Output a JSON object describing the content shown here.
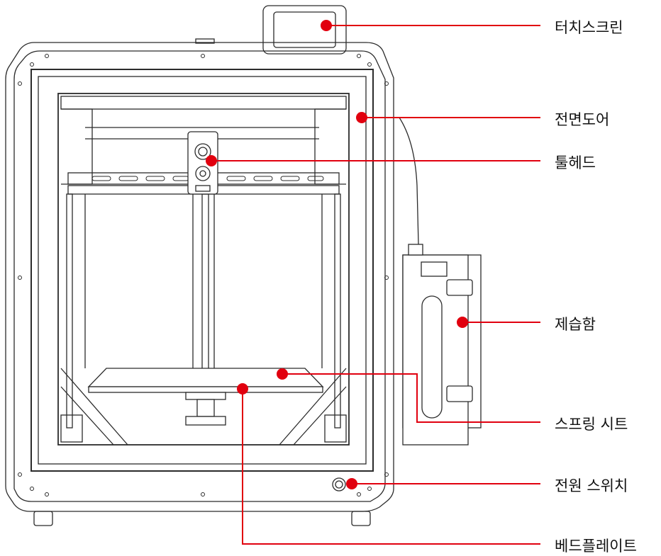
{
  "colors": {
    "leader_line": "#e1000f",
    "outline": "#2b2b2b",
    "background": "#ffffff"
  },
  "callouts": [
    {
      "id": "touchscreen",
      "label": "터치스크린"
    },
    {
      "id": "front-door",
      "label": "전면도어"
    },
    {
      "id": "toolhead",
      "label": "툴헤드"
    },
    {
      "id": "dry-box",
      "label": "제습함"
    },
    {
      "id": "spring-sheet",
      "label": "스프링 시트"
    },
    {
      "id": "power-switch",
      "label": "전원 스위치"
    },
    {
      "id": "build-plate",
      "label": "베드플레이트"
    }
  ]
}
